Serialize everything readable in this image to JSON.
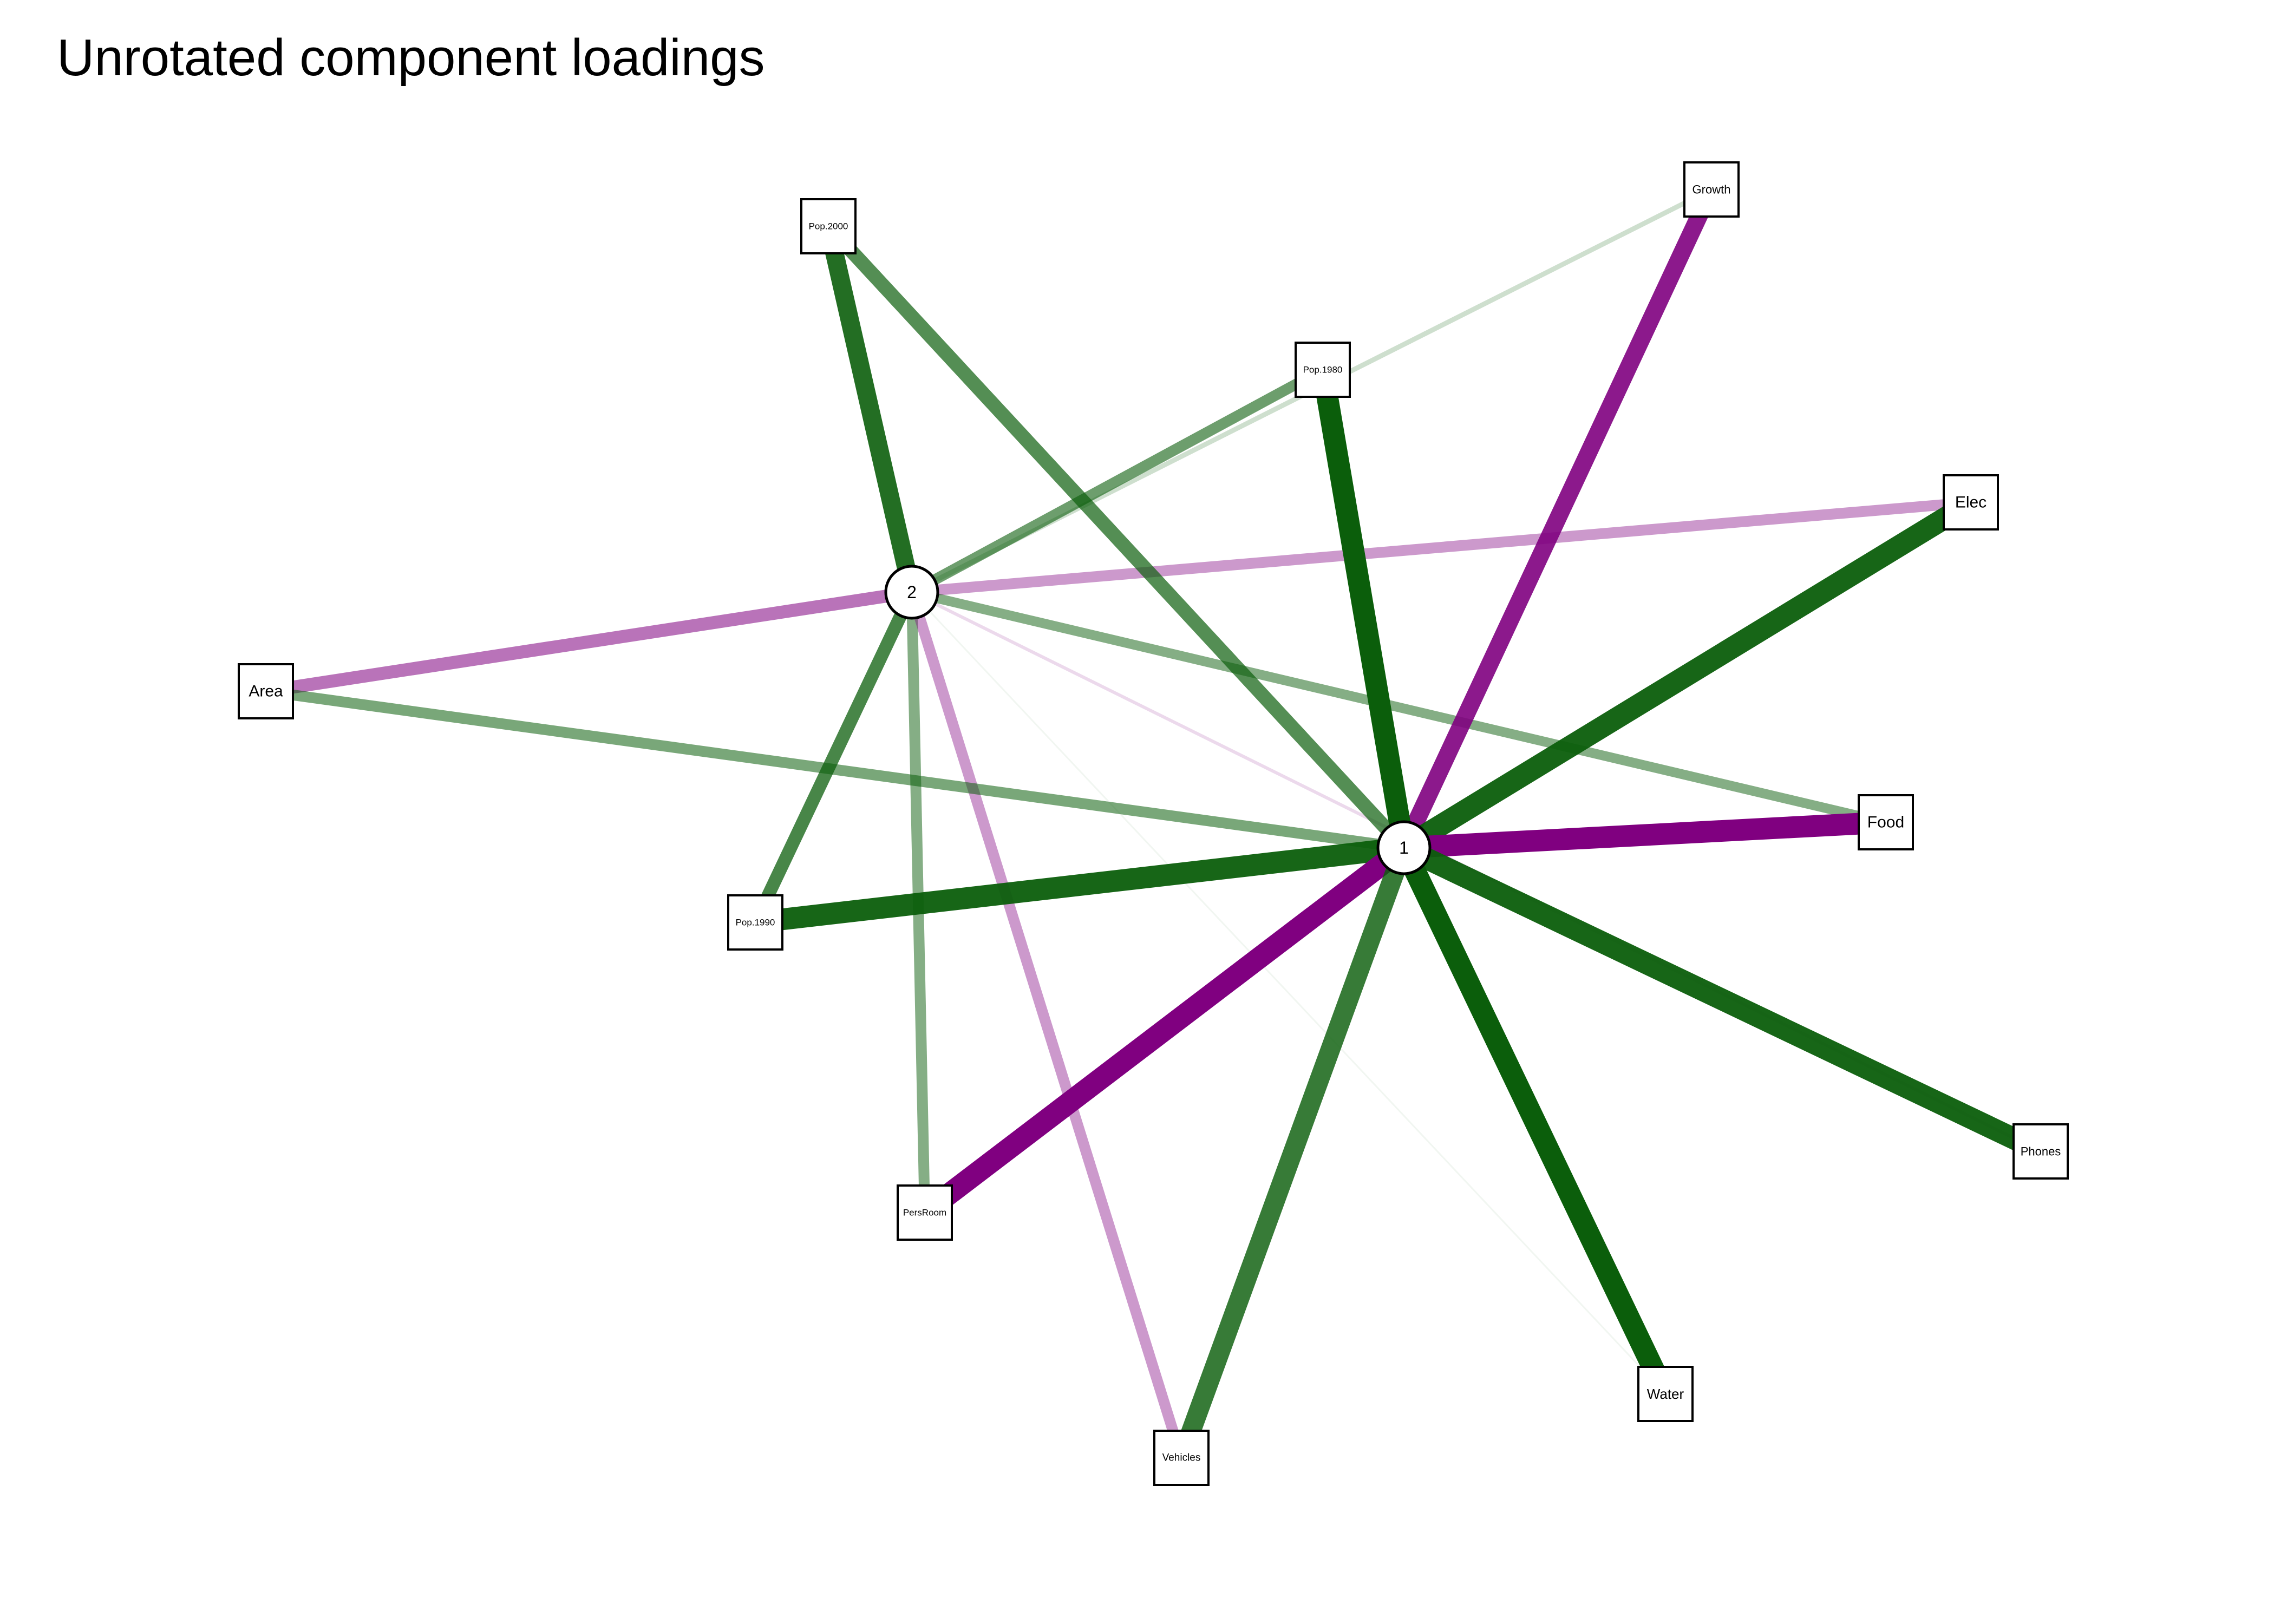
{
  "title": "Unrotated component loadings",
  "factors": [
    {
      "id": "1",
      "label": "1"
    },
    {
      "id": "2",
      "label": "2"
    }
  ],
  "variables": [
    {
      "id": "Growth",
      "label": "Growth"
    },
    {
      "id": "Pop.2000",
      "label": "Pop.2000"
    },
    {
      "id": "Pop.1980",
      "label": "Pop.1980"
    },
    {
      "id": "Elec",
      "label": "Elec"
    },
    {
      "id": "Area",
      "label": "Area"
    },
    {
      "id": "Food",
      "label": "Food"
    },
    {
      "id": "Pop.1990",
      "label": "Pop.1990"
    },
    {
      "id": "Phones",
      "label": "Phones"
    },
    {
      "id": "PersRoom",
      "label": "PersRoom"
    },
    {
      "id": "Water",
      "label": "Water"
    },
    {
      "id": "Vehicles",
      "label": "Vehicles"
    }
  ],
  "colors": {
    "positive": "#0b5e0b",
    "negative": "#800080",
    "node_fill": "#ffffff",
    "node_stroke": "#000000"
  }
}
